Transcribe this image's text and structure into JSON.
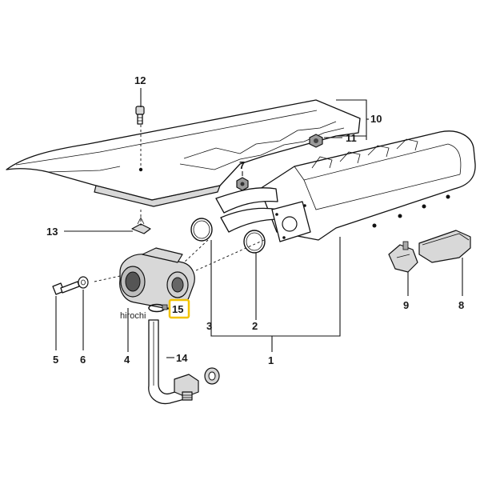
{
  "callouts": {
    "c1": "1",
    "c2": "2",
    "c3": "3",
    "c4": "4",
    "c5": "5",
    "c6": "6",
    "c7": "7",
    "c8": "8",
    "c9": "9",
    "c10": "10",
    "c11": "11",
    "c12": "12",
    "c13": "13",
    "c14": "14",
    "c15": "15"
  },
  "highlight": {
    "target": "15",
    "color": "#f2c200"
  },
  "watermark": "hirochi"
}
